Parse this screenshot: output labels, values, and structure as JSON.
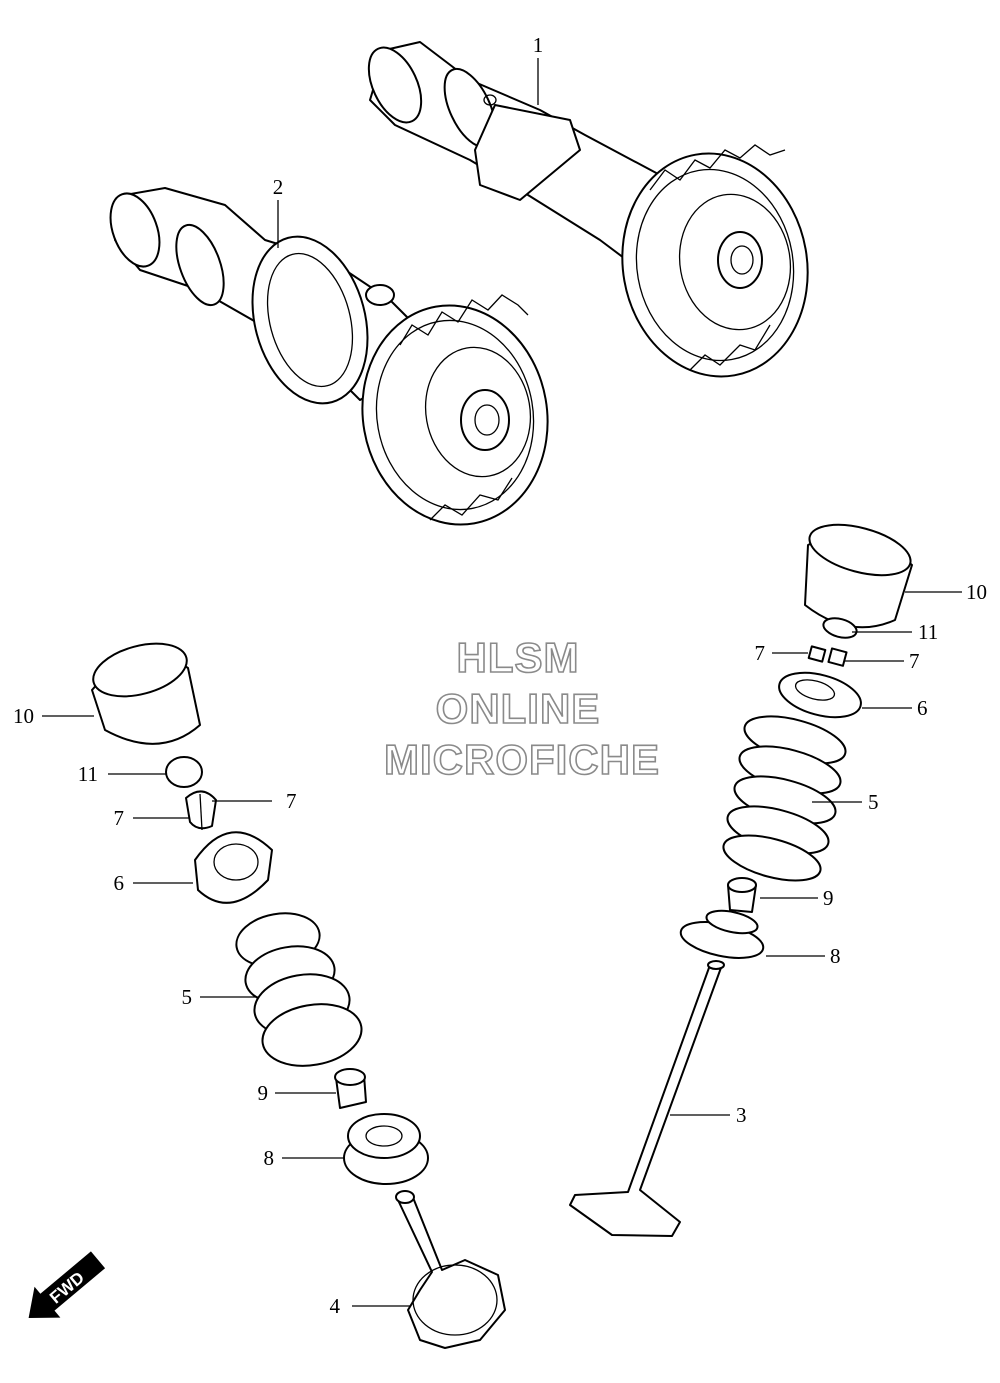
{
  "watermark": {
    "line1": "HLSM",
    "line2": "ONLINE",
    "line3": "MICROFICHE"
  },
  "direction_badge": {
    "label": "FWD"
  },
  "callouts": [
    {
      "part_no": "1"
    },
    {
      "part_no": "2"
    },
    {
      "part_no": "3"
    },
    {
      "part_no": "4"
    },
    {
      "part_no": "5"
    },
    {
      "part_no": "5"
    },
    {
      "part_no": "6"
    },
    {
      "part_no": "6"
    },
    {
      "part_no": "7"
    },
    {
      "part_no": "7"
    },
    {
      "part_no": "7"
    },
    {
      "part_no": "7"
    },
    {
      "part_no": "8"
    },
    {
      "part_no": "8"
    },
    {
      "part_no": "9"
    },
    {
      "part_no": "9"
    },
    {
      "part_no": "10"
    },
    {
      "part_no": "10"
    },
    {
      "part_no": "11"
    },
    {
      "part_no": "11"
    }
  ]
}
